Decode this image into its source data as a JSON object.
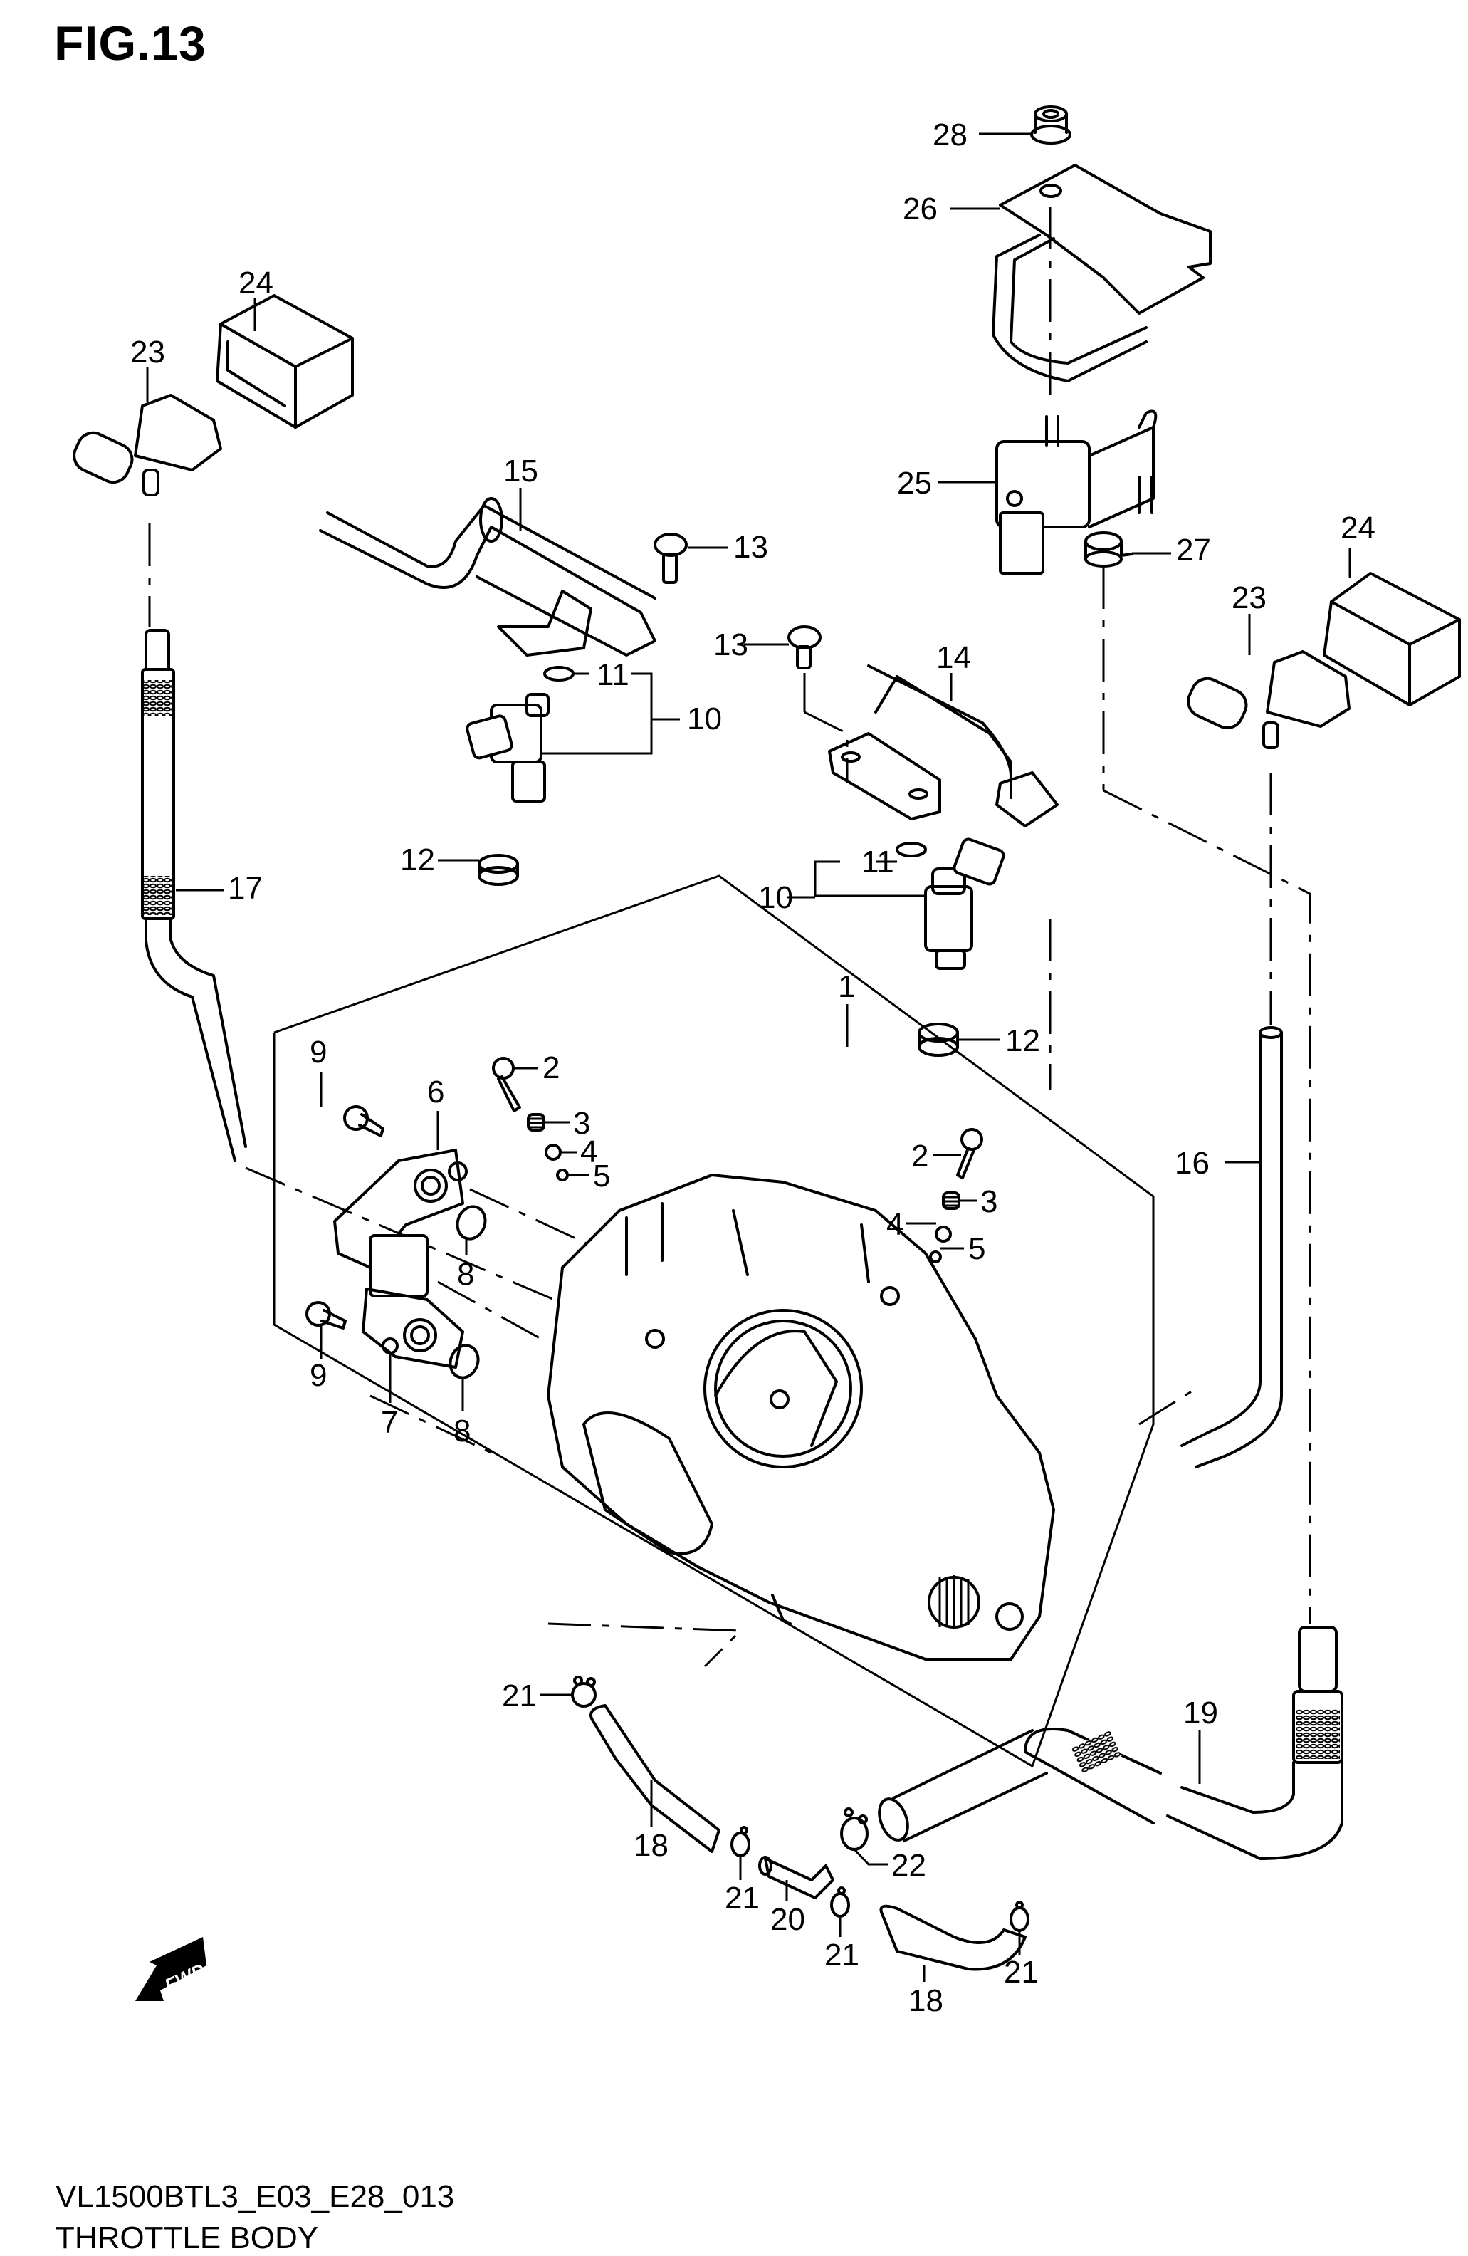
{
  "figure": {
    "title": "FIG.13",
    "model_code": "VL1500BTL3_E03_E28_013",
    "section_name": "THROTTLE BODY",
    "direction_indicator": "FWD"
  },
  "callouts": [
    {
      "id": "c28",
      "label": "28",
      "part": "nut"
    },
    {
      "id": "c26",
      "label": "26",
      "part": "bracket"
    },
    {
      "id": "c24a",
      "label": "24",
      "part": "sensor cover"
    },
    {
      "id": "c23a",
      "label": "23",
      "part": "pressure sensor"
    },
    {
      "id": "c15",
      "label": "15",
      "part": "fuel delivery pipe"
    },
    {
      "id": "c13a",
      "label": "13",
      "part": "screw"
    },
    {
      "id": "c25",
      "label": "25",
      "part": "solenoid valve"
    },
    {
      "id": "c27",
      "label": "27",
      "part": "clamp"
    },
    {
      "id": "c24b",
      "label": "24",
      "part": "sensor cover"
    },
    {
      "id": "c23b",
      "label": "23",
      "part": "pressure sensor"
    },
    {
      "id": "c13b",
      "label": "13",
      "part": "screw"
    },
    {
      "id": "c14",
      "label": "14",
      "part": "fuel delivery pipe"
    },
    {
      "id": "c11a",
      "label": "11",
      "part": "o-ring"
    },
    {
      "id": "c10a",
      "label": "10",
      "part": "fuel injector"
    },
    {
      "id": "c12a",
      "label": "12",
      "part": "cushion"
    },
    {
      "id": "c17",
      "label": "17",
      "part": "hose"
    },
    {
      "id": "c11b",
      "label": "11",
      "part": "o-ring"
    },
    {
      "id": "c10b",
      "label": "10",
      "part": "fuel injector"
    },
    {
      "id": "c1",
      "label": "1",
      "part": "throttle body assy"
    },
    {
      "id": "c12b",
      "label": "12",
      "part": "cushion"
    },
    {
      "id": "c9a",
      "label": "9",
      "part": "screw"
    },
    {
      "id": "c2a",
      "label": "2",
      "part": "screw"
    },
    {
      "id": "c6",
      "label": "6",
      "part": "throttle position sensor"
    },
    {
      "id": "c3a",
      "label": "3",
      "part": "spring"
    },
    {
      "id": "c4a",
      "label": "4",
      "part": "washer"
    },
    {
      "id": "c5a",
      "label": "5",
      "part": "o-ring"
    },
    {
      "id": "c16",
      "label": "16",
      "part": "hose"
    },
    {
      "id": "c2b",
      "label": "2",
      "part": "screw"
    },
    {
      "id": "c3b",
      "label": "3",
      "part": "spring"
    },
    {
      "id": "c4b",
      "label": "4",
      "part": "washer"
    },
    {
      "id": "c5b",
      "label": "5",
      "part": "o-ring"
    },
    {
      "id": "c8a",
      "label": "8",
      "part": "o-ring"
    },
    {
      "id": "c9b",
      "label": "9",
      "part": "screw"
    },
    {
      "id": "c7",
      "label": "7",
      "part": "sensor"
    },
    {
      "id": "c8b",
      "label": "8",
      "part": "o-ring"
    },
    {
      "id": "c21a",
      "label": "21",
      "part": "clamp"
    },
    {
      "id": "c19",
      "label": "19",
      "part": "hose"
    },
    {
      "id": "c18a",
      "label": "18",
      "part": "hose"
    },
    {
      "id": "c22",
      "label": "22",
      "part": "clamp"
    },
    {
      "id": "c21b",
      "label": "21",
      "part": "clamp"
    },
    {
      "id": "c20",
      "label": "20",
      "part": "joint"
    },
    {
      "id": "c21c",
      "label": "21",
      "part": "clamp"
    },
    {
      "id": "c21d",
      "label": "21",
      "part": "clamp"
    },
    {
      "id": "c18b",
      "label": "18",
      "part": "hose"
    }
  ]
}
